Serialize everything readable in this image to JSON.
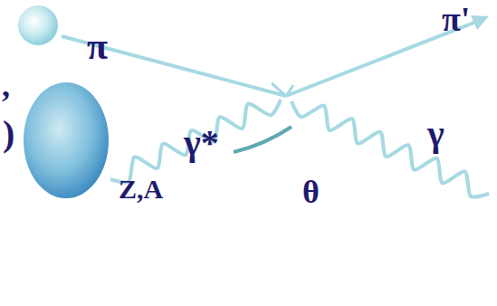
{
  "diagram": {
    "nodes": [
      {
        "text": [
          "Z,A"
        ]
      }
    ],
    "labels": [
      "π",
      "π'",
      "γ*",
      "γ",
      "θ",
      ",",
      ")"
    ]
  }
}
